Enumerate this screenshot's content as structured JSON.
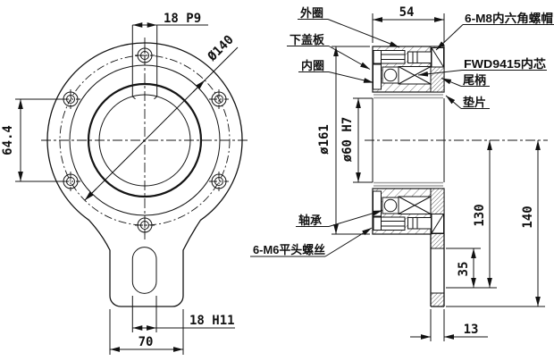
{
  "front": {
    "dim_keyway_width": "18 P9",
    "dim_bolt_circle_dia": "Ø140",
    "dim_side_hole_span": "64.4",
    "dim_slot_width": "18 H11",
    "dim_tab_width": "70"
  },
  "section": {
    "dim_housing_width": "54",
    "dim_housing_dia": "ø161",
    "dim_bore_dia": "ø60 H7",
    "dim_center_to_slot": "130",
    "dim_center_to_end": "140",
    "dim_slot_length": "35",
    "dim_plate_thickness": "13",
    "label_outer_ring": "外圈",
    "label_lower_cover_plate": "下盖板",
    "label_inner_ring": "内圈",
    "label_socket_nuts": "6-M8内六角螺帽",
    "label_inner_core": "FWD9415内芯",
    "label_tail_shank": "尾柄",
    "label_washer": "垫片",
    "label_bearing": "轴承",
    "label_flat_head_screws": "6-M6平头螺丝"
  },
  "colors": {
    "line": "#141414",
    "washer_line": "#a0a0a0",
    "background": "#ffffff"
  }
}
